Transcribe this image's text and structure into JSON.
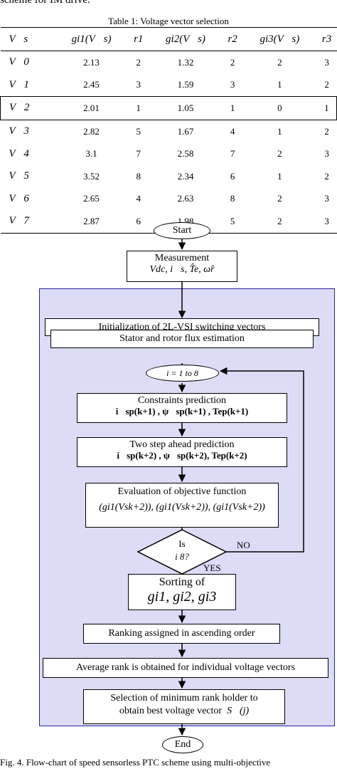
{
  "header_fragment": "scheme for IM drive.",
  "table": {
    "caption": "Table 1: Voltage vector selection",
    "headers": [
      "V⃗s",
      "gi1(V⃗s)",
      "r1",
      "gi2(V⃗s)",
      "r2",
      "gi3(V⃗s)",
      "r3"
    ],
    "rows": [
      [
        "V⃗0",
        "2.13",
        "2",
        "1.32",
        "2",
        "2",
        "3"
      ],
      [
        "V⃗1",
        "2.45",
        "3",
        "1.59",
        "3",
        "1",
        "2"
      ],
      [
        "V⃗2",
        "2.01",
        "1",
        "1.05",
        "1",
        "0",
        "1"
      ],
      [
        "V⃗3",
        "2.82",
        "5",
        "1.67",
        "4",
        "1",
        "2"
      ],
      [
        "V⃗4",
        "3.1",
        "7",
        "2.58",
        "7",
        "2",
        "3"
      ],
      [
        "V⃗5",
        "3.52",
        "8",
        "2.34",
        "6",
        "1",
        "2"
      ],
      [
        "V⃗6",
        "2.65",
        "4",
        "2.63",
        "8",
        "2",
        "3"
      ],
      [
        "V⃗7",
        "2.87",
        "6",
        "1.98",
        "5",
        "2",
        "3"
      ]
    ]
  },
  "flowchart": {
    "start": "Start",
    "measurement": "Measurement",
    "measurement_vars": "Vdc, i⃗s, T̂e, ω̂r",
    "init": "Initialization of 2L-VSI switching vectors",
    "flux": "Stator and rotor flux estimation",
    "loop": "i = 1 to 8",
    "constraints": "Constraints prediction",
    "constraints_eq": "i⃗sp(k+1) , ψ⃗sp(k+1) ,  Tep(k+1)",
    "two_step": "Two step ahead prediction",
    "two_step_eq": "i⃗sp(k+2) , ψ⃗sp(k+2),  Tep(k+2)",
    "evaluation": "Evaluation of objective function",
    "evaluation_eq": "(gi1(Vsk+2)),  (gi1(Vsk+2)),  (gi1(Vsk+2))",
    "decision_line1": "Is",
    "decision_line2": "i    8?",
    "no_label": "NO",
    "yes_label": "YES",
    "sorting": "Sorting of",
    "sorting_eq": "gi1, gi2, gi3",
    "ranking": "Ranking assigned in ascending order",
    "average": "Average rank is obtained for individual voltage vectors",
    "selection_line1": "Selection of minimum rank holder to",
    "selection_line2": "obtain best voltage vector",
    "selection_symbol": "S⃗(j)",
    "end": "End"
  },
  "figure_caption": "Fig. 4. Flow-chart of speed sensorless PTC scheme using multi-objective"
}
